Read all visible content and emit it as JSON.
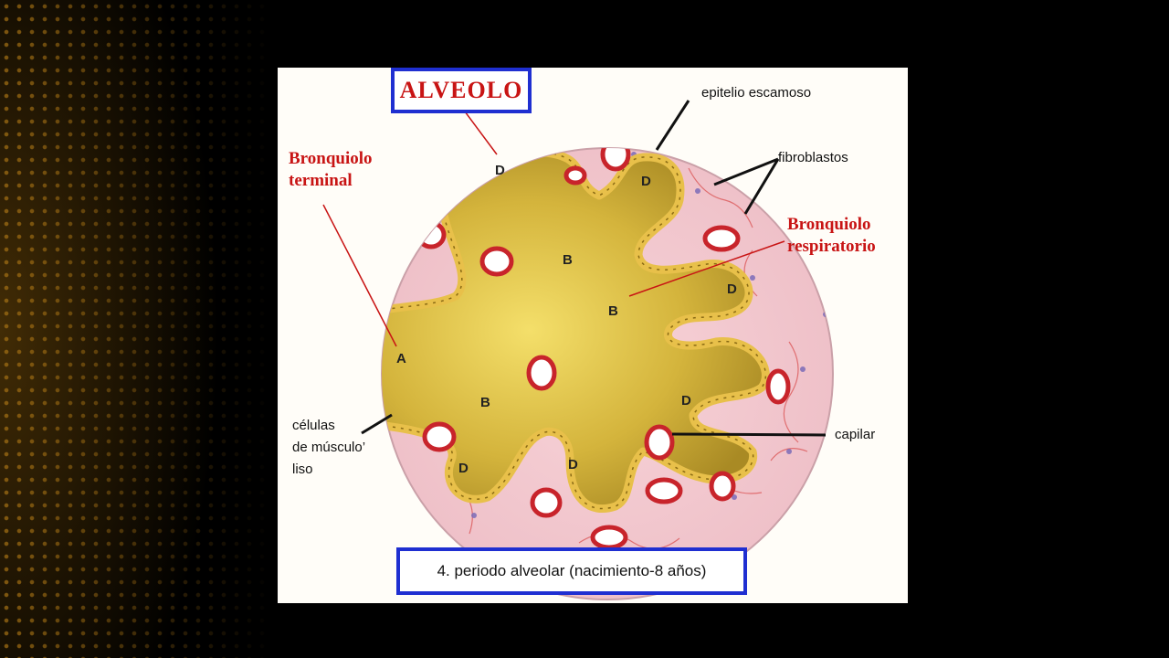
{
  "title": "ALVEOLO",
  "caption": "4.  periodo alveolar (nacimiento-8 años)",
  "labels": {
    "bronquiolo_terminal": "Bronquiolo\nterminal",
    "bronquiolo_respiratorio": "Bronquiolo\nrespiratorio",
    "epitelio": "epitelio escamoso",
    "fibroblastos": "fibroblastos",
    "capilar": "capilar",
    "celulas": "células\nde músculo’\nliso"
  },
  "letters": {
    "d1": "D",
    "d2": "D",
    "d3": "D",
    "d4": "D",
    "d5": "D",
    "d6": "D",
    "b1": "B",
    "b2": "B",
    "b3": "B",
    "a": "A"
  },
  "colors": {
    "title_border": "#1f2fd1",
    "label_red": "#c81414",
    "lumen": "#c9a833",
    "tissue": "#f3c6cd",
    "capillary": "#c8242b"
  }
}
